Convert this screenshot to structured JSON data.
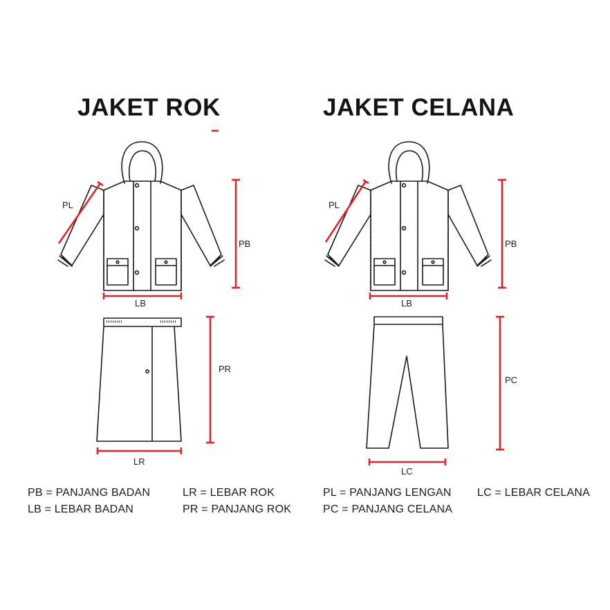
{
  "titles": {
    "left": "JAKET ROK",
    "right": "JAKET CELANA"
  },
  "labels": {
    "pl": "PL",
    "pb": "PB",
    "lb": "LB",
    "pr": "PR",
    "lr": "LR",
    "pc": "PC",
    "lc": "LC"
  },
  "legend": {
    "pb": "PB = PANJANG BADAN",
    "lb": "LB = LEBAR BADAN",
    "lr": "LR = LEBAR ROK",
    "pr": "PR = PANJANG ROK",
    "pl": "PL = PANJANG LENGAN",
    "pc": "PC = PANJANG CELANA",
    "lc": "LC = LEBAR CELANA"
  },
  "colors": {
    "accent": "#d6262b",
    "line": "#1a1a1a"
  }
}
